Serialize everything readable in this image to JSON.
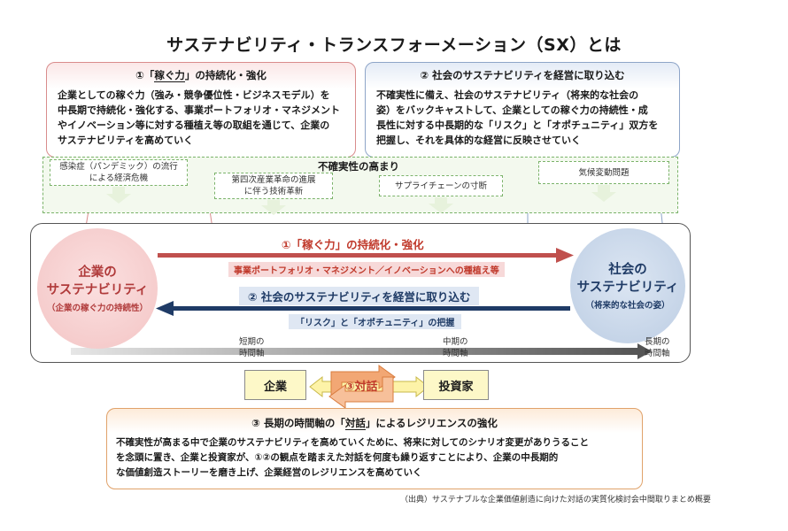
{
  "title": "サステナビリティ・トランスフォーメーション（SX）とは",
  "box1": {
    "heading_prefix": "①「",
    "heading_emph": "稼ぐ力",
    "heading_suffix": "」の持続化・強化",
    "body_lines": [
      "企業としての稼ぐ力（強み・競争優位性・ビジネスモデル）を",
      "中長期で持続化・強化する、事業ポートフォリオ・マネジメント",
      "やイノベーション等に対する種植え等の取組を通じて、企業の",
      "サステナビリティを高めていく"
    ]
  },
  "box2": {
    "heading": "②  社会のサステナビリティを経営に取り込む",
    "body_lines": [
      "不確実性に備え、社会のサステナビリティ（将来的な社会の",
      "姿）をバックキャストして、企業としての稼ぐ力の持続性・成",
      "長性に対する中長期的な「リスク」と「オポチュニティ」双方を",
      "把握し、それを具体的な経営に反映させていく"
    ]
  },
  "uncertainty": {
    "title": "不確実性の高まり",
    "items": [
      {
        "line1": "感染症（パンデミック）の流行",
        "line2": "による経済危機"
      },
      {
        "line1": "第四次産業革命の進展",
        "line2": "に伴う技術革新"
      },
      {
        "line1": "サプライチェーンの寸断",
        "line2": ""
      },
      {
        "line1": "気候変動問題",
        "line2": ""
      }
    ]
  },
  "left_circle": {
    "line1": "企業の",
    "line2": "サステナビリティ",
    "sub": "（企業の稼ぐ力の持続性）"
  },
  "right_circle": {
    "line1": "社会の",
    "line2": "サステナビリティ",
    "sub": "（将来的な社会の姿）"
  },
  "arrow_red": {
    "label": "①「稼ぐ力」の持続化・強化",
    "sub": "事業ポートフォリオ・マネジメント／イノベーションへの種植え等"
  },
  "arrow_blue": {
    "label": "②  社会のサステナビリティを経営に取り込む",
    "sub": "「リスク」と「オポチュニティ」の把握"
  },
  "timeline": {
    "short": {
      "line1": "短期の",
      "line2": "時間軸"
    },
    "mid": {
      "line1": "中期の",
      "line2": "時間軸"
    },
    "long": {
      "line1": "長期の",
      "line2": "時間軸"
    }
  },
  "dialogue": {
    "left": "企業",
    "center": "③対話",
    "right": "投資家"
  },
  "box3": {
    "heading_prefix": "③  長期の時間軸の「",
    "heading_emph": "対話",
    "heading_suffix": "」によるレジリエンスの強化",
    "body_lines": [
      "不確実性が高まる中で企業のサステナビリティを高めていくために、将来に対してのシナリオ変更がありうること",
      "を念頭に置き、企業と投資家が、①②の観点を踏まえた対話を何度も繰り返すことにより、企業の中長期的",
      "な価値創造ストーリーを磨き上げ、企業経営のレジリエンスを高めていく"
    ]
  },
  "source": "（出典）サステナブルな企業価値創造に向けた対話の実質化検討会中間取りまとめ概要",
  "colors": {
    "red": "#c0392b",
    "navy": "#1f3b66",
    "green": "#7bb36a",
    "orange": "#e8935a"
  }
}
